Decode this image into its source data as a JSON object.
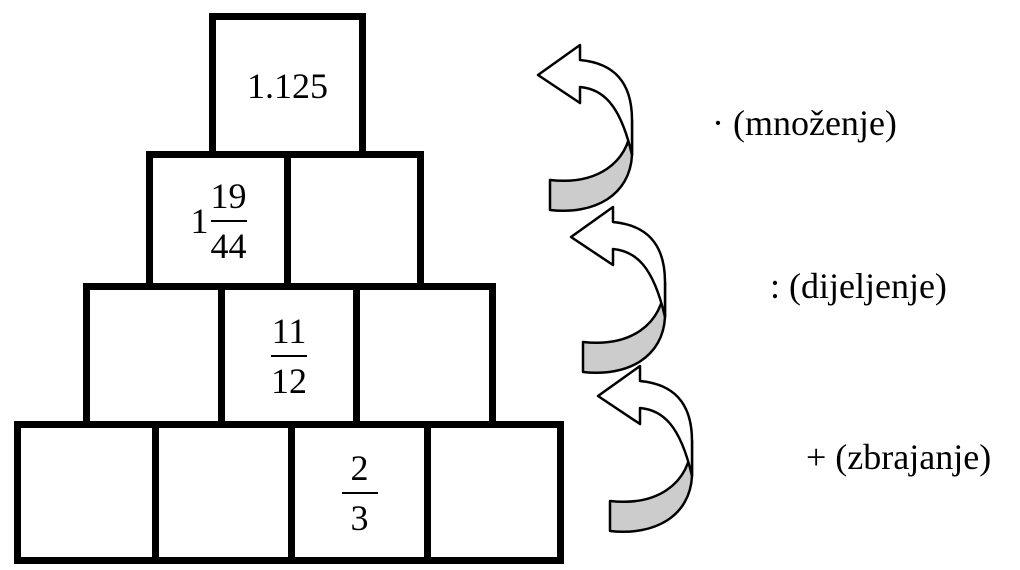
{
  "pyramid": {
    "row1": [
      {
        "value": "1.125"
      }
    ],
    "row2": [
      {
        "whole": "1",
        "numerator": "19",
        "denominator": "44"
      },
      {
        "value": ""
      }
    ],
    "row3": [
      {
        "value": ""
      },
      {
        "numerator": "11",
        "denominator": "12"
      },
      {
        "value": ""
      }
    ],
    "row4": [
      {
        "value": ""
      },
      {
        "value": ""
      },
      {
        "numerator": "2",
        "denominator": "3"
      },
      {
        "value": ""
      }
    ]
  },
  "operations": {
    "top": "· (množenje)",
    "middle": ": (dijeljenje)",
    "bottom": "+ (zbrajanje)"
  },
  "colors": {
    "arrow_fill": "#cccccc",
    "outline": "#000000"
  }
}
